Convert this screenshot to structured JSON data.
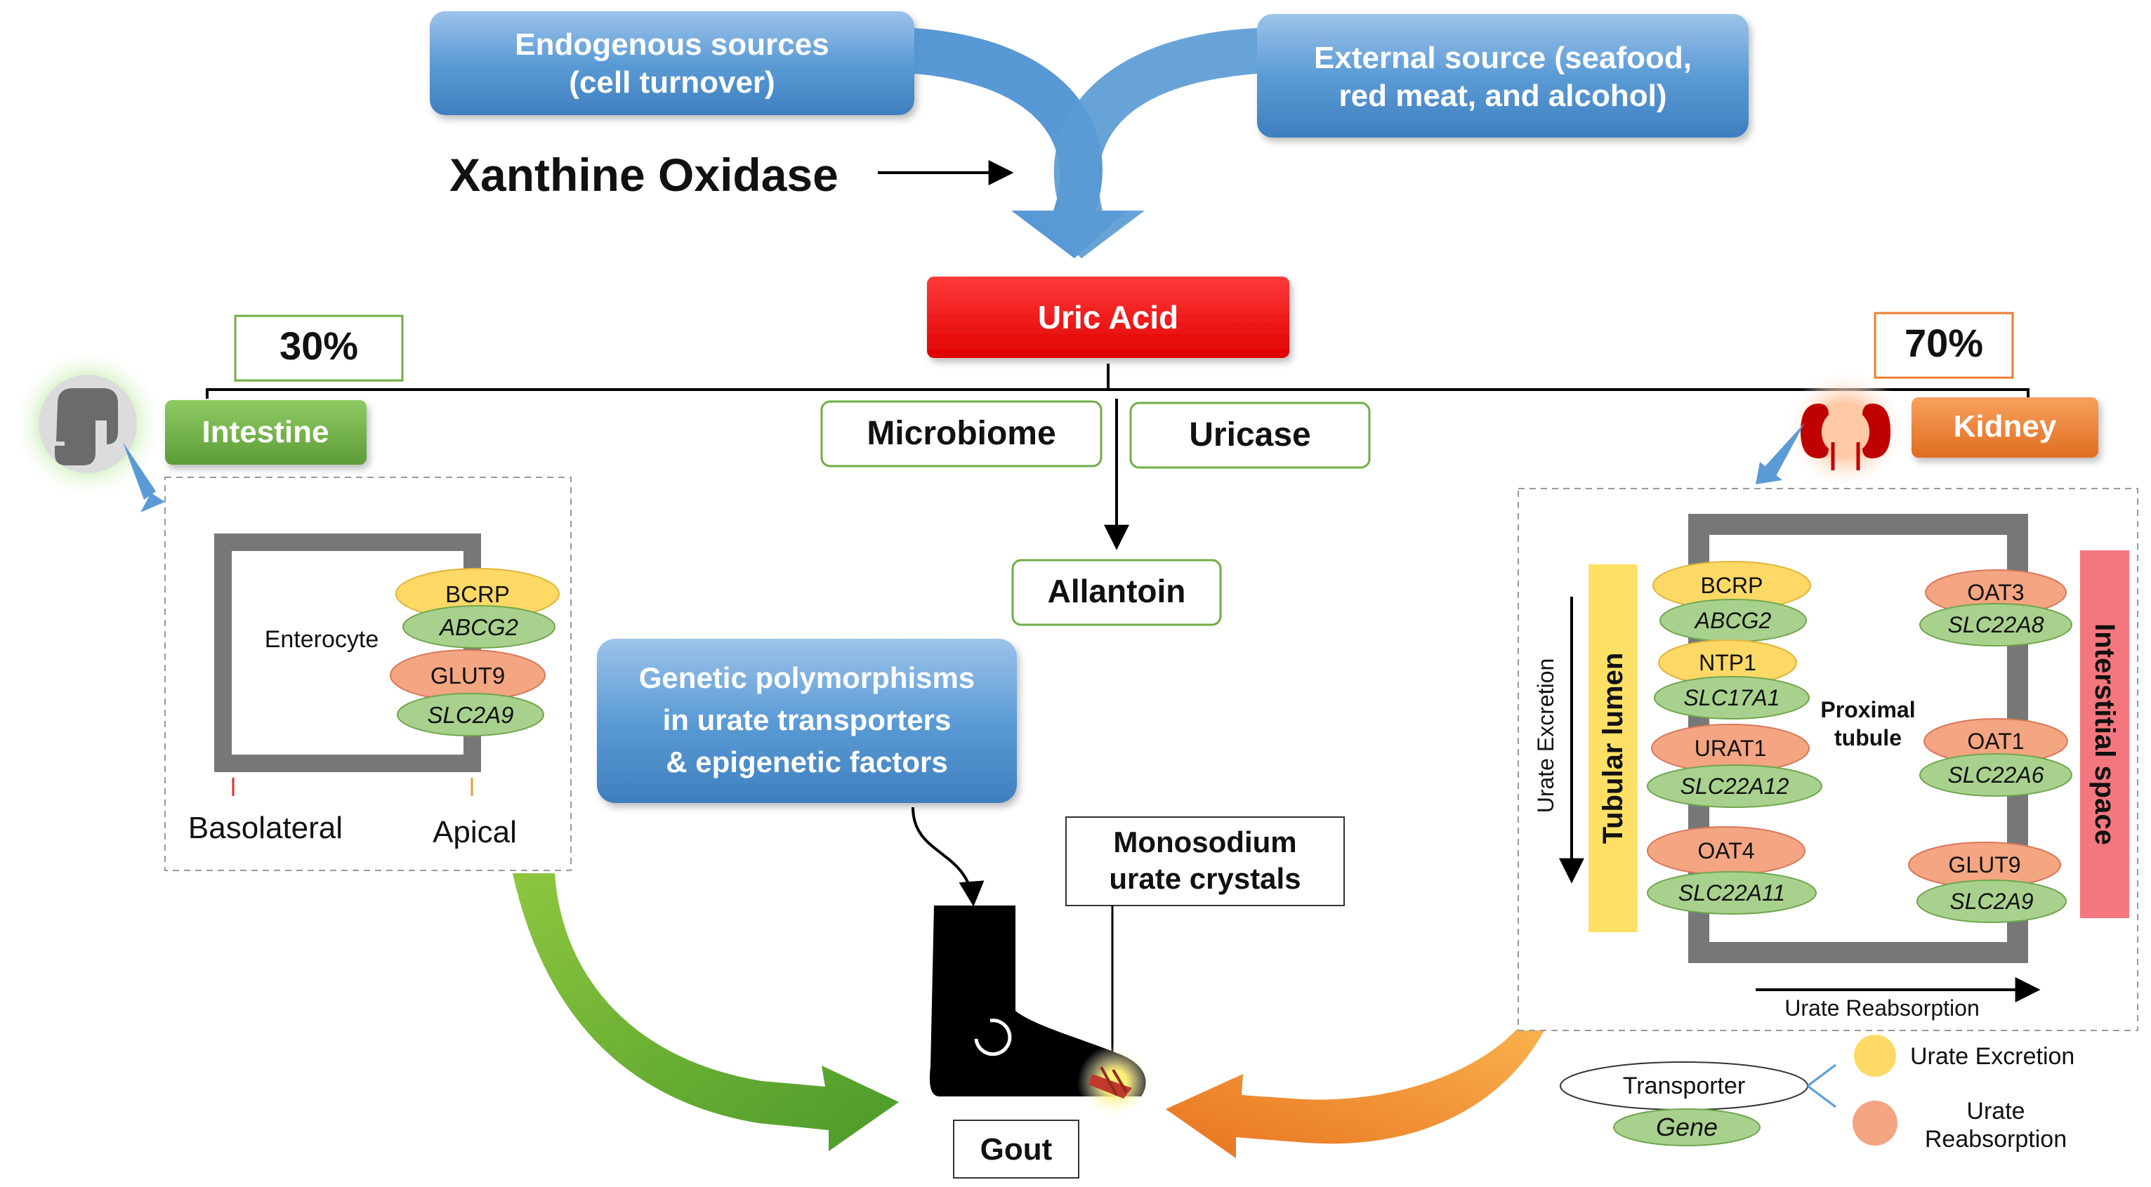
{
  "sources": {
    "endogenous_line1": "Endogenous sources",
    "endogenous_line2": "(cell turnover)",
    "external_line1": "External source (seafood,",
    "external_line2": "red meat, and alcohol)"
  },
  "enzyme": "Xanthine Oxidase",
  "uric_acid": "Uric Acid",
  "intestine_percent": "30%",
  "kidney_percent": "70%",
  "intestine_label": "Intestine",
  "kidney_label": "Kidney",
  "microbiome": "Microbiome",
  "uricase": "Uricase",
  "allantoin": "Allantoin",
  "genetics": {
    "line1": "Genetic polymorphisms",
    "line2": "in urate transporters",
    "line3": "& epigenetic factors"
  },
  "crystals": {
    "line1": "Monosodium",
    "line2": "urate crystals"
  },
  "gout": "Gout",
  "intestine_panel": {
    "cell": "Enterocyte",
    "basolateral": "Basolateral",
    "apical": "Apical",
    "transporters": [
      {
        "protein": "BCRP",
        "gene": "ABCG2",
        "role": "excretion"
      },
      {
        "protein": "GLUT9",
        "gene": "SLC2A9",
        "role": "reabsorption"
      }
    ]
  },
  "kidney_panel": {
    "lumen": "Tubular lumen",
    "interstitial": "Interstitial space",
    "proximal_line1": "Proximal",
    "proximal_line2": "tubule",
    "excretion_axis": "Urate Excretion",
    "reabsorption_axis": "Urate Reabsorption",
    "apical_transporters": [
      {
        "protein": "BCRP",
        "gene": "ABCG2",
        "role": "excretion"
      },
      {
        "protein": "NTP1",
        "gene": "SLC17A1",
        "role": "excretion"
      },
      {
        "protein": "URAT1",
        "gene": "SLC22A12",
        "role": "reabsorption"
      },
      {
        "protein": "OAT4",
        "gene": "SLC22A11",
        "role": "reabsorption"
      }
    ],
    "basolateral_transporters": [
      {
        "protein": "OAT3",
        "gene": "SLC22A8",
        "role": "reabsorption"
      },
      {
        "protein": "OAT1",
        "gene": "SLC22A6",
        "role": "reabsorption"
      },
      {
        "protein": "GLUT9",
        "gene": "SLC2A9",
        "role": "reabsorption"
      }
    ]
  },
  "legend": {
    "transporter": "Transporter",
    "gene": "Gene",
    "excretion": "Urate Excretion",
    "reabsorption_line1": "Urate",
    "reabsorption_line2": "Reabsorption"
  },
  "colors": {
    "blue_box": "#5b9bd5",
    "uric_red": "#ff0000",
    "intestine_green": "#70ad47",
    "kidney_orange": "#ed7d31",
    "excretion_yellow": "#ffd966",
    "reabsorption_salmon": "#f4a582",
    "gene_green": "#a9d18e",
    "lumen_yellow": "#ffe066",
    "interstitial_red": "#f4777f"
  }
}
